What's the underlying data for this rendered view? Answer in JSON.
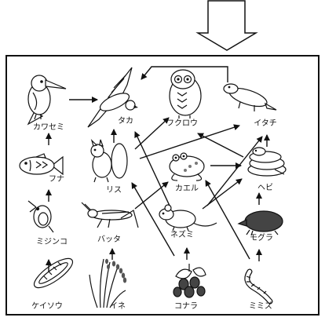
{
  "diagram": {
    "labels": {
      "kingfisher": "カワセミ",
      "hawk": "タカ",
      "owl": "フクロウ",
      "weasel": "イタチ",
      "crucian_carp": "フナ",
      "squirrel": "リス",
      "frog": "カエル",
      "snake": "ヘビ",
      "daphnia": "ミジンコ",
      "grasshopper": "バッタ",
      "mouse": "ネズミ",
      "mole": "モグラ",
      "diatom": "ケイソウ",
      "rice": "イネ",
      "oak": "コナラ",
      "earthworm": "ミミズ"
    }
  }
}
